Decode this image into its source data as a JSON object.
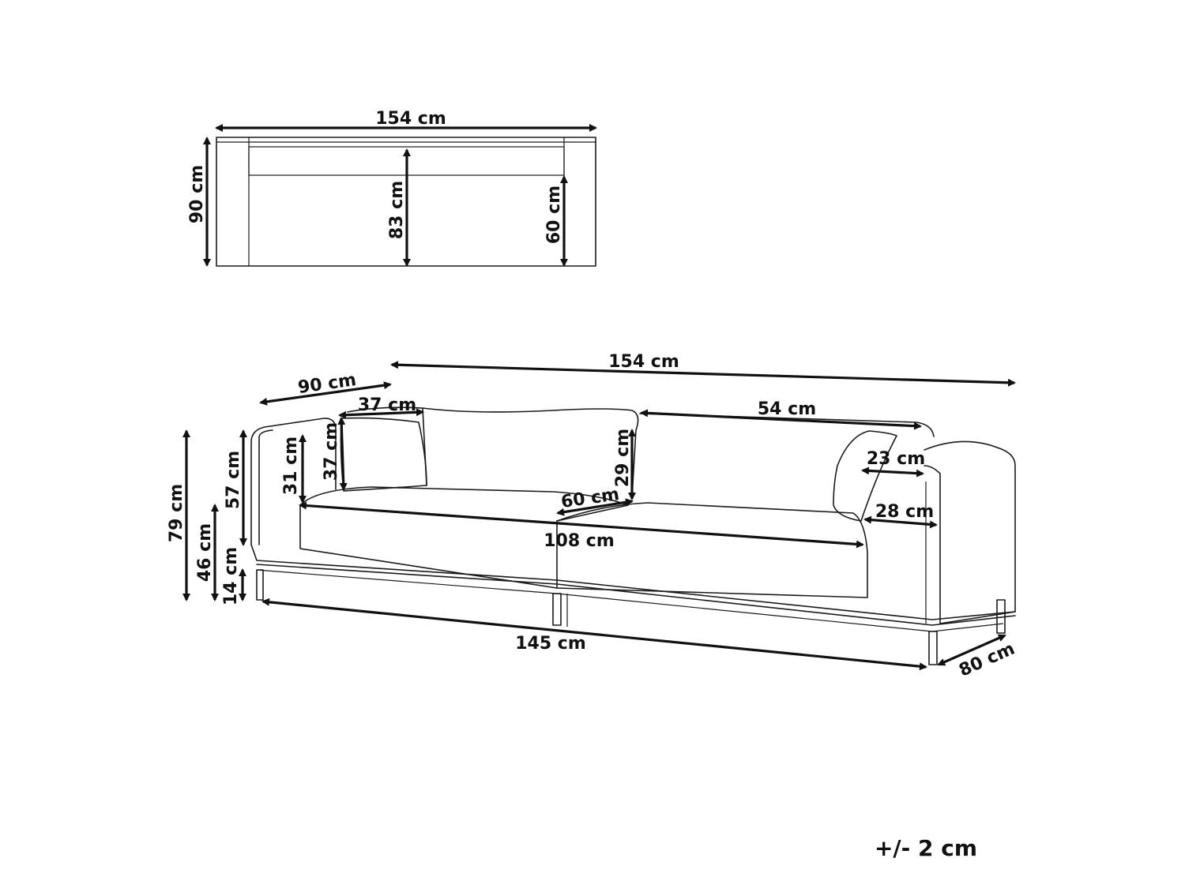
{
  "top_view": {
    "width": "154 cm",
    "depth": "90 cm",
    "seat_depth": "83 cm",
    "inner_depth": "60 cm"
  },
  "front_view": {
    "total_width": "154 cm",
    "total_depth": "90 cm",
    "pillow_width": "37 cm",
    "pillow_height": "37 cm",
    "backrest_width": "54 cm",
    "backrest_height": "29 cm",
    "armrest_width": "23 cm",
    "armrest_height": "31 cm",
    "back_height": "57 cm",
    "total_height": "79 cm",
    "seat_height": "46 cm",
    "leg_height": "14 cm",
    "seat_depth": "60 cm",
    "seat_width": "108  cm",
    "armrest_depth": "28 cm",
    "base_width": "145 cm",
    "base_depth": "80 cm"
  },
  "tolerance": "+/- 2 cm"
}
